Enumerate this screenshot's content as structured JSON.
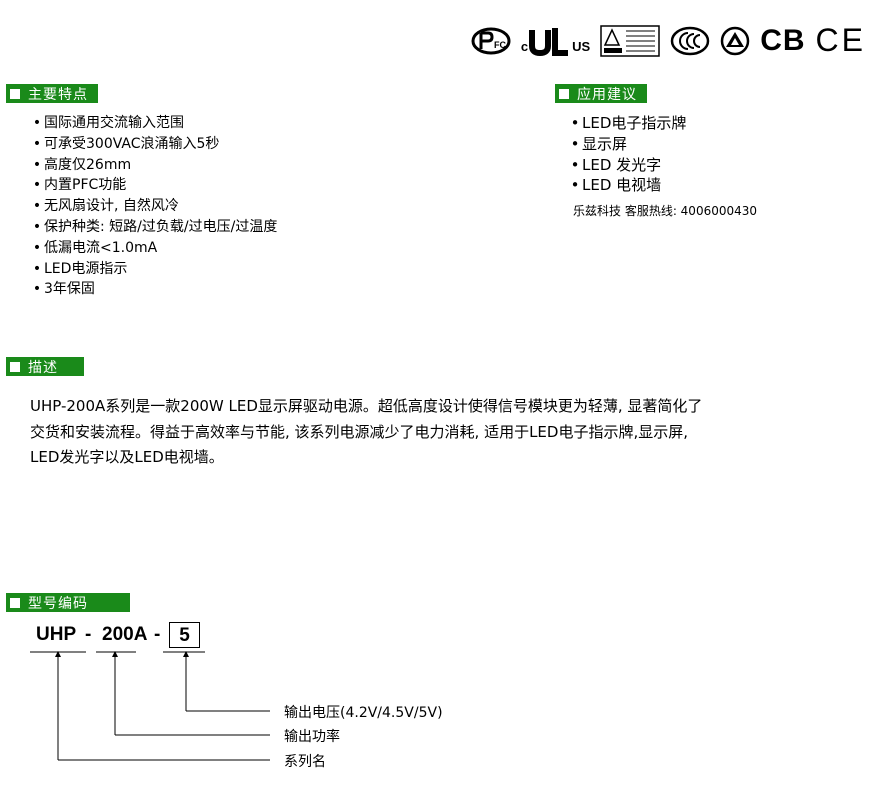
{
  "certifications": {
    "icons": [
      "pfc-mark-icon",
      "cul-us-mark-icon",
      "energy-label-icon",
      "ccc-mark-icon",
      "safety-mark-icon",
      "cb-mark-icon",
      "ce-mark-icon"
    ],
    "pfc_text": "FC",
    "cul_c": "c",
    "cul_us": "US",
    "cb_text": "CB",
    "ce_text": "CE"
  },
  "features": {
    "title": "主要特点",
    "items": [
      "国际通用交流输入范围",
      "可承受300VAC浪涌输入5秒",
      "高度仅26mm",
      "内置PFC功能",
      "无风扇设计, 自然风冷",
      "保护种类: 短路/过负载/过电压/过温度",
      "低漏电流<1.0mA",
      "LED电源指示",
      "3年保固"
    ]
  },
  "applications": {
    "title": "应用建议",
    "items": [
      "LED电子指示牌",
      "显示屏",
      "LED 发光字",
      "LED 电视墙"
    ],
    "hotline": "乐兹科技 客服热线: 4006000430"
  },
  "description": {
    "title": "描述",
    "lines": [
      "UHP-200A系列是一款200W LED显示屏驱动电源。超低高度设计使得信号模块更为轻薄, 显著简化了",
      "交货和安装流程。得益于高效率与节能, 该系列电源减少了电力消耗, 适用于LED电子指示牌,显示屏,",
      "LED发光字以及LED电视墙。"
    ]
  },
  "model_code": {
    "title": "型号编码",
    "part1": "UHP",
    "dash1": "-",
    "part2": "200A",
    "dash2": "-",
    "part3": "5",
    "legend": [
      "输出电压(4.2V/4.5V/5V)",
      "输出功率",
      "系列名"
    ]
  },
  "colors": {
    "section_header": "#1a8a1a"
  }
}
